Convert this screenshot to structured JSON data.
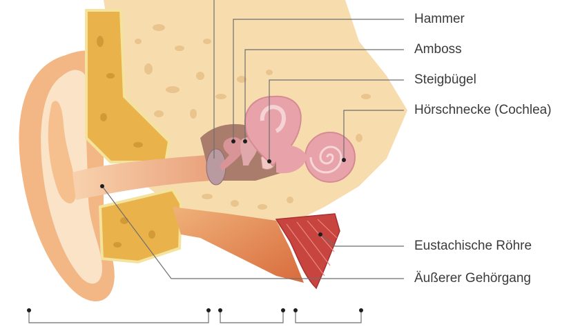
{
  "diagram": {
    "labels": {
      "hammer": "Hammer",
      "amboss": "Amboss",
      "steigbuegel": "Steigbügel",
      "cochlea": "Hörschnecke (Cochlea)",
      "eustachian": "Eustachische Röhre",
      "ear_canal": "Äußerer Gehörgang"
    }
  },
  "colors": {
    "skin_outer": "#f2b784",
    "skin_inner": "#fbe3c8",
    "bone": "#f7dcae",
    "bone_pore": "#e9c58d",
    "cartilage": "#e9b24a",
    "cochlea": "#e8a3aa",
    "muscle": "#c8443f",
    "middle_ear": "#a97c6b"
  }
}
